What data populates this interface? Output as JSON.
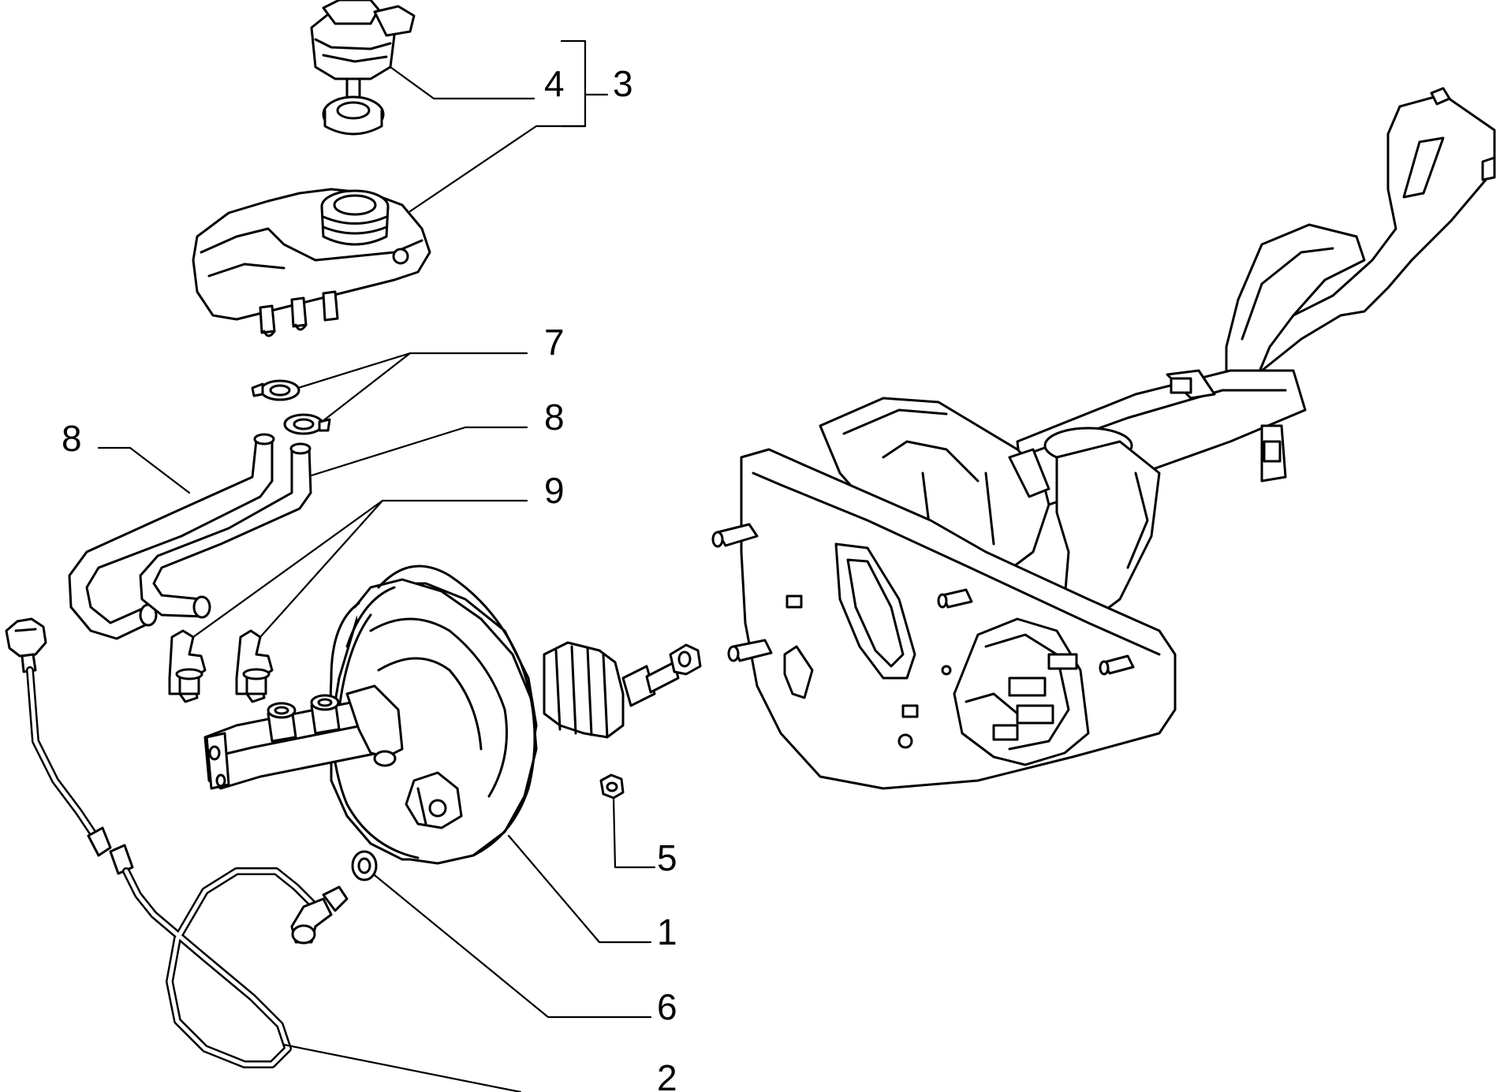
{
  "callouts": {
    "c1": "1",
    "c2": "2",
    "c3": "3",
    "c4": "4",
    "c5": "5",
    "c6": "6",
    "c7": "7",
    "c8_left": "8",
    "c8_right": "8",
    "c9": "9"
  },
  "colors": {
    "line": "#000000",
    "background": "#ffffff"
  }
}
